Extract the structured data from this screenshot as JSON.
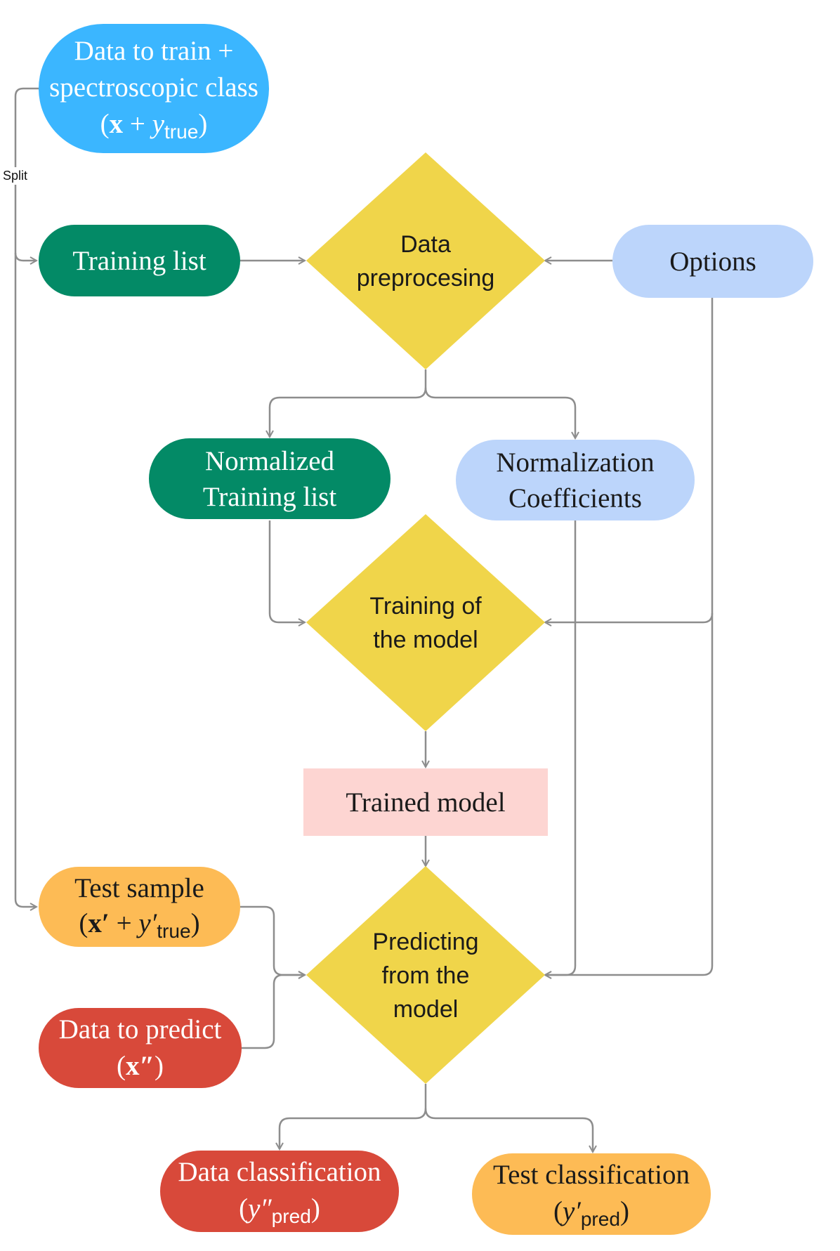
{
  "colors": {
    "light_blue": "#3bb6ff",
    "dark_green": "#038a66",
    "pale_blue": "#bcd5fb",
    "yellow": "#f0d54a",
    "pink": "#fdd5d2",
    "orange": "#fdbb55",
    "red": "#d8493a",
    "connector": "#8d8d8d"
  },
  "nodes": {
    "data_to_train": {
      "line1": "Data to train +",
      "line2": "spectroscopic class",
      "line3_open": "(",
      "line3_x": "x",
      "line3_plus": " + ",
      "line3_y": "y",
      "line3_sub": "true",
      "line3_close": ")"
    },
    "training_list": {
      "label": "Training list"
    },
    "data_preprocessing": {
      "line1": "Data",
      "line2": "preprocesing"
    },
    "options": {
      "label": "Options"
    },
    "normalized_training_list": {
      "line1": "Normalized",
      "line2": "Training list"
    },
    "normalization_coefficients": {
      "line1": "Normalization",
      "line2": "Coefficients"
    },
    "training_of_model": {
      "line1": "Training of",
      "line2": "the model"
    },
    "trained_model": {
      "label": "Trained model"
    },
    "test_sample": {
      "line1": "Test sample",
      "line2_open": "(",
      "line2_x": "x′",
      "line2_plus": " + ",
      "line2_y": "y′",
      "line2_sub": "true",
      "line2_close": ")"
    },
    "data_to_predict": {
      "line1": "Data to predict",
      "line2_open": "(",
      "line2_x": "x″",
      "line2_close": ")"
    },
    "predicting": {
      "line1": "Predicting",
      "line2": "from the",
      "line3": "model"
    },
    "data_classification": {
      "line1": "Data classification",
      "line2_open": "(",
      "line2_y": "y″",
      "line2_sub": "pred",
      "line2_close": ")"
    },
    "test_classification": {
      "line1": "Test classification",
      "line2_open": "(",
      "line2_y": "y′",
      "line2_sub": "pred",
      "line2_close": ")"
    }
  },
  "edge_labels": {
    "split": "Split"
  }
}
